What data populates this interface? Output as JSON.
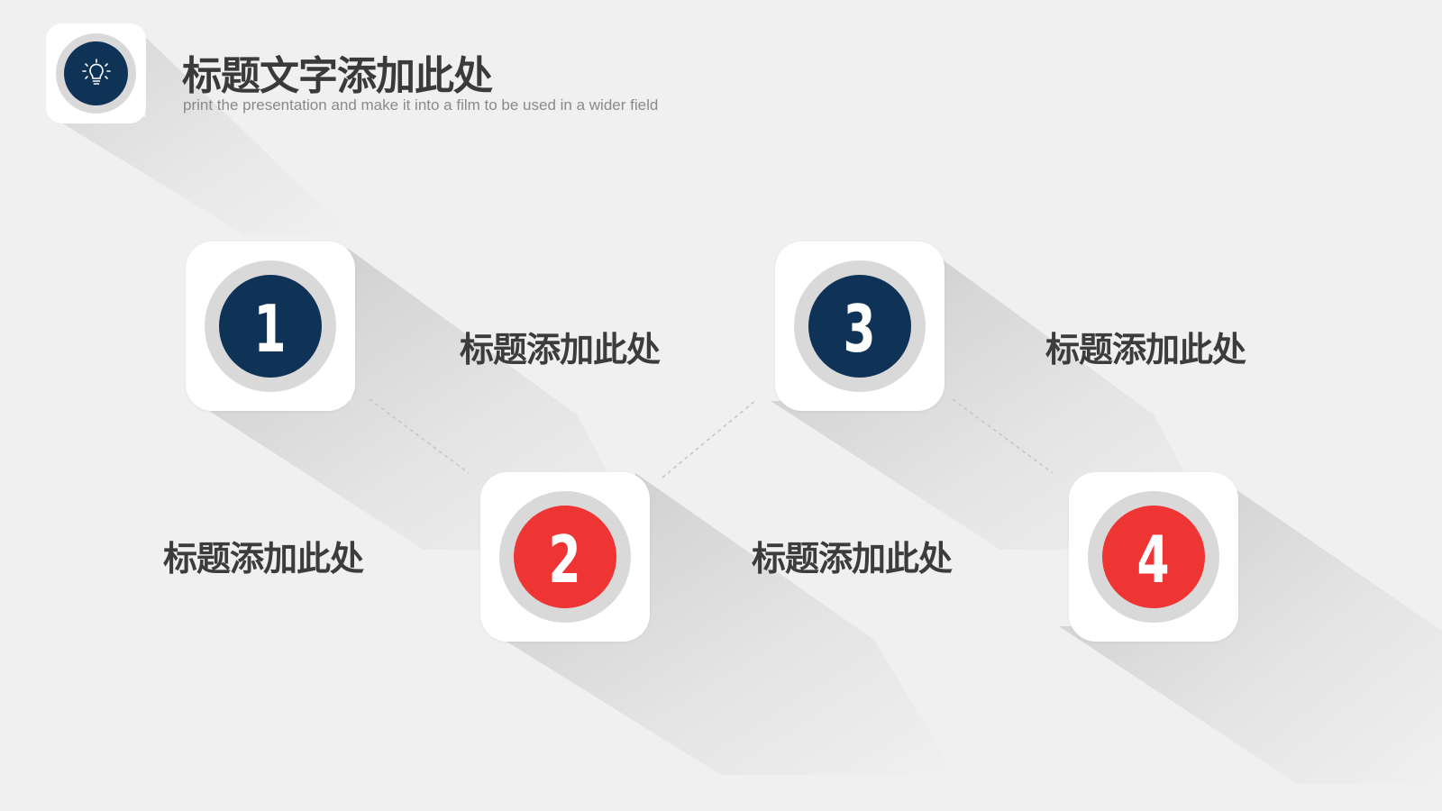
{
  "header": {
    "title": "标题文字添加此处",
    "subtitle": "print the presentation and make it into a film to be used in a wider field",
    "icon": "lightbulb-icon"
  },
  "colors": {
    "navy": "#0f3357",
    "red": "#ef3434",
    "background": "#f0f0f0"
  },
  "steps": [
    {
      "number": "1",
      "label": "标题添加此处",
      "color": "navy"
    },
    {
      "number": "2",
      "label": "标题添加此处",
      "color": "red"
    },
    {
      "number": "3",
      "label": "标题添加此处",
      "color": "navy"
    },
    {
      "number": "4",
      "label": "标题添加此处",
      "color": "red"
    }
  ]
}
